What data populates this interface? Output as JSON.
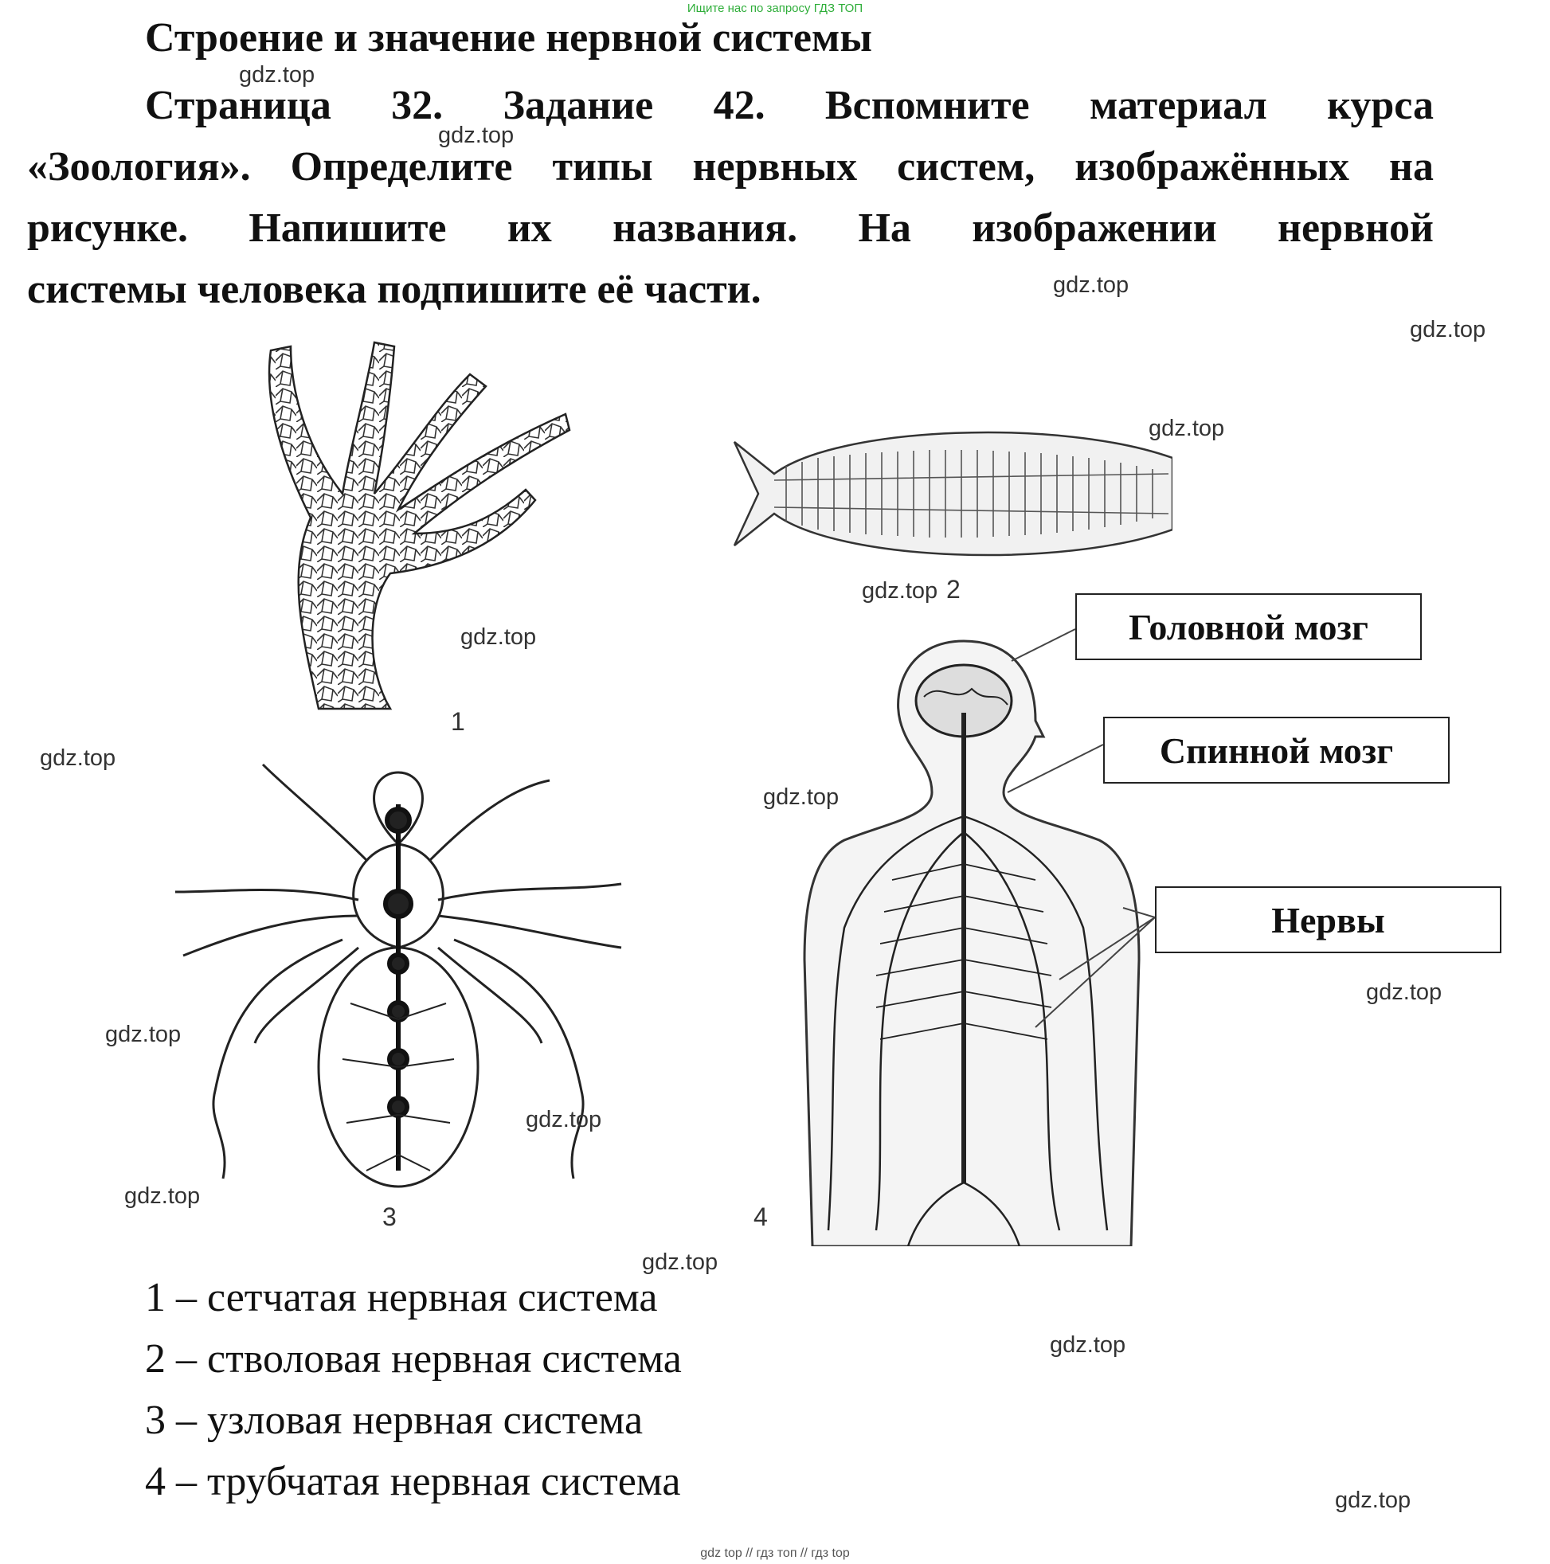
{
  "top_note": "Ищите нас по запросу ГДЗ ТОП",
  "title": "Строение и значение нервной системы",
  "task_lines": [
    "Страница 32. Задание 42. Вспомните материал курса",
    "«Зоология». Определите типы нервных систем, изображённых на",
    "рисунке. Напишите их названия. На изображении нервной",
    "системы человека подпишите её части."
  ],
  "watermark": "gdz.top",
  "figures": {
    "fig1": "1",
    "fig2": "2",
    "fig3": "3",
    "fig4": "4"
  },
  "labels": {
    "brain": "Головной мозг",
    "spinal_cord": "Спинной мозг",
    "nerves": "Нервы"
  },
  "answers": [
    "1 – сетчатая нервная система",
    "2 – стволовая нервная система",
    "3 – узловая нервная система",
    "4 – трубчатая нервная система"
  ],
  "footer": "gdz top  //  гдз топ  //  гдз top"
}
